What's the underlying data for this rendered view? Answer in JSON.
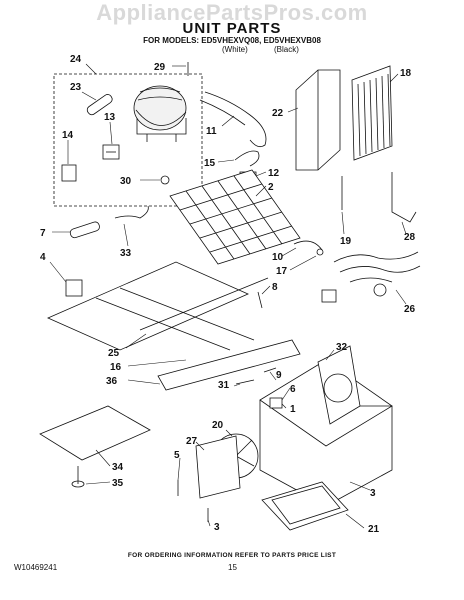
{
  "watermark": "AppliancePartsPros.com",
  "header": {
    "title": "UNIT PARTS",
    "models_line": "FOR MODELS: ED5VHEXVQ08, ED5VHEXVB08",
    "variant_white": "(White)",
    "variant_black": "(Black)"
  },
  "callouts": {
    "c24": "24",
    "c29": "29",
    "c23": "23",
    "c13": "13",
    "c14": "14",
    "c30": "30",
    "c11": "11",
    "c22": "22",
    "c18": "18",
    "c15": "15",
    "c12": "12",
    "c2": "2",
    "c7": "7",
    "c33": "33",
    "c19": "19",
    "c28": "28",
    "c4": "4",
    "c10": "10",
    "c17": "17",
    "c8": "8",
    "c26": "26",
    "c25": "25",
    "c16": "16",
    "c36": "36",
    "c32": "32",
    "c9": "9",
    "c31": "31",
    "c6": "6",
    "c1": "1",
    "c20": "20",
    "c27": "27",
    "c34": "34",
    "c5": "5",
    "c35": "35",
    "c3a": "3",
    "c3b": "3",
    "c21": "21"
  },
  "footer": {
    "note": "FOR ORDERING INFORMATION REFER TO PARTS PRICE LIST",
    "doc_number": "W10469241",
    "page": "15"
  }
}
